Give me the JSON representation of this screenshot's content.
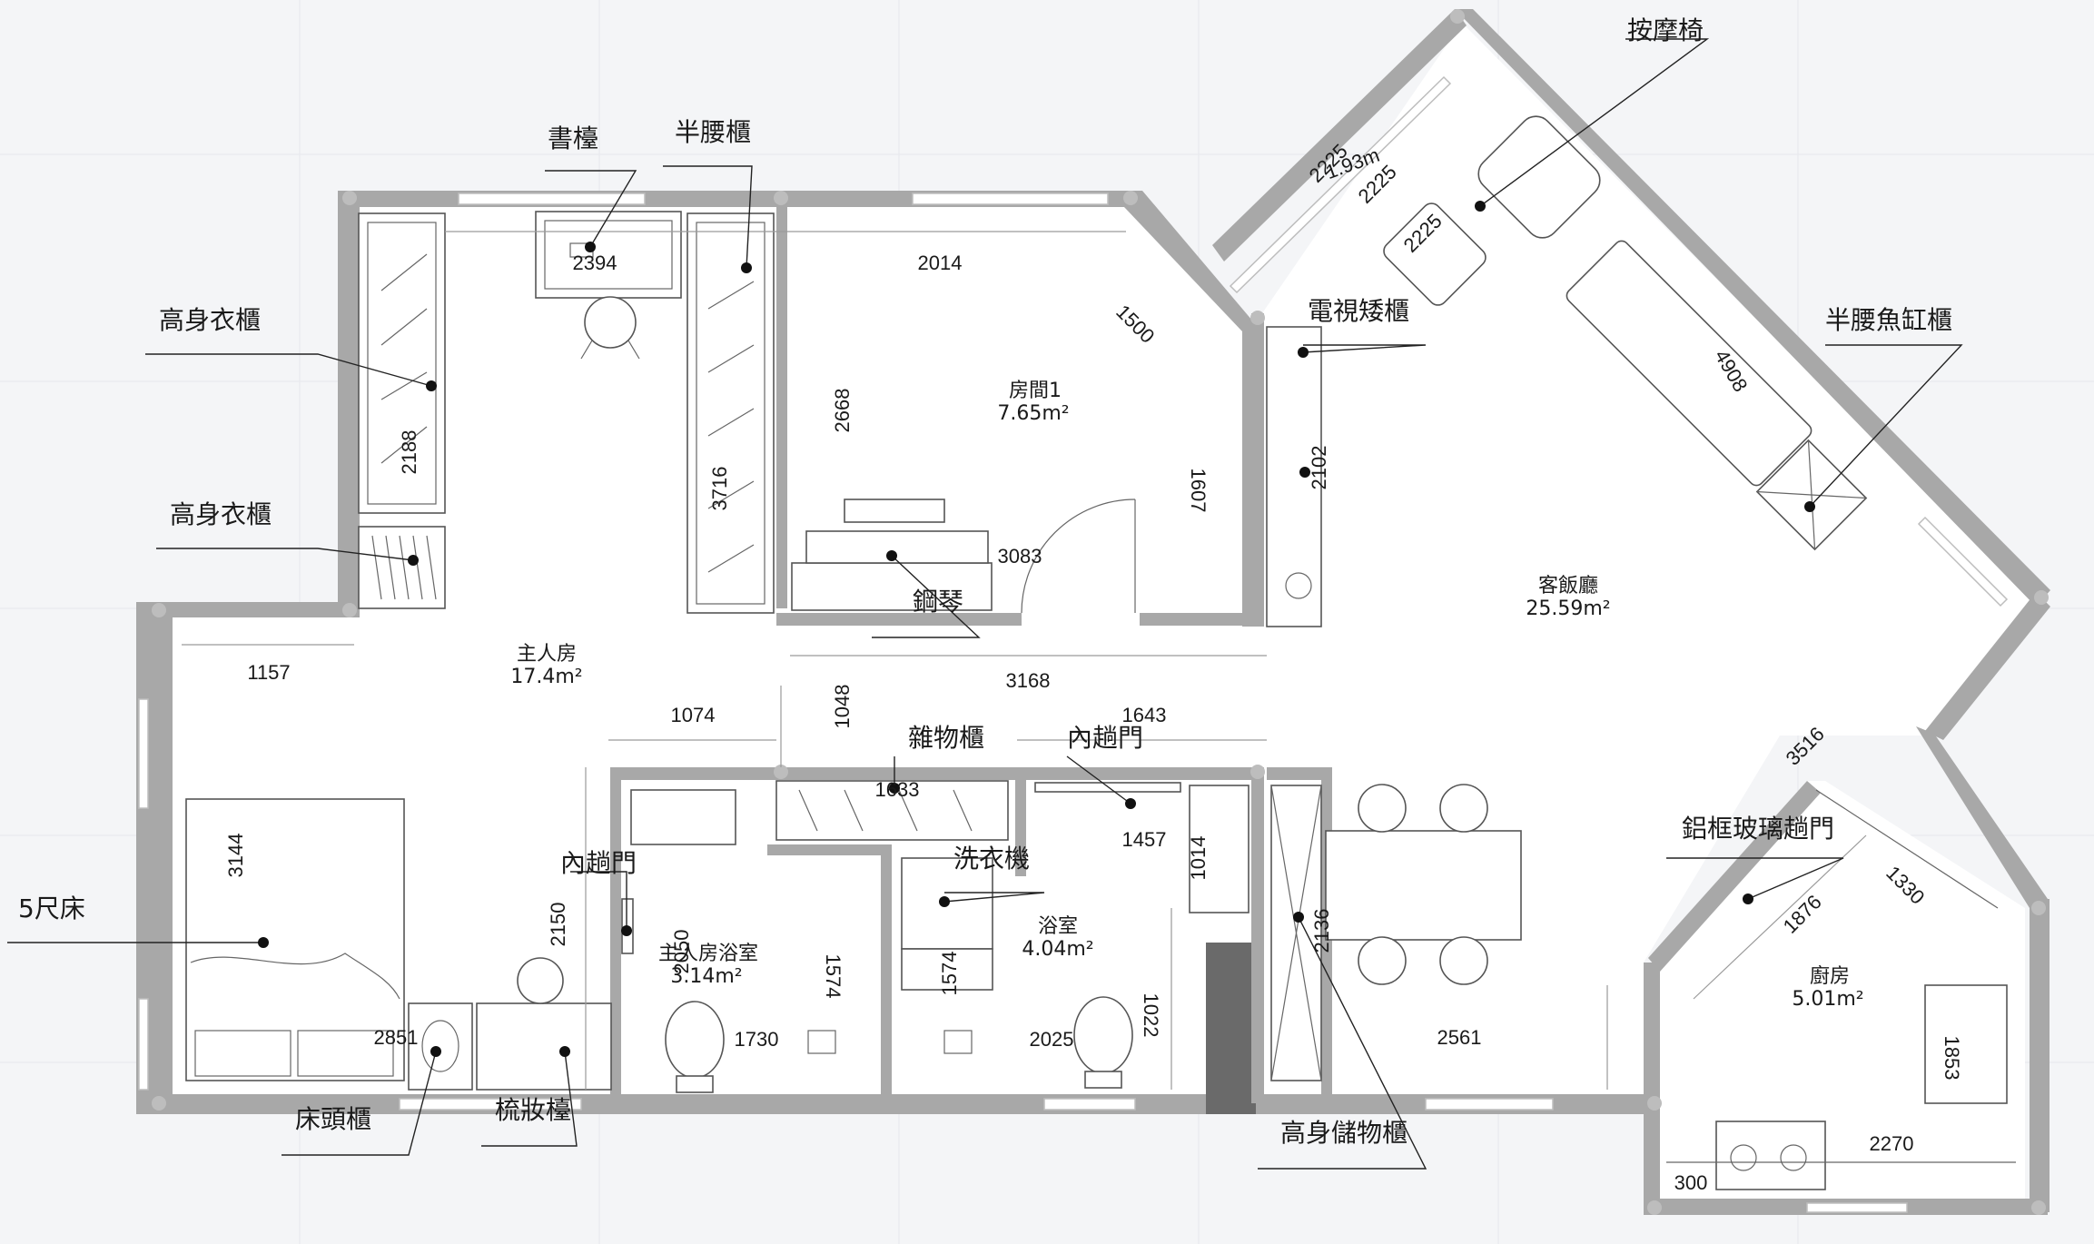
{
  "callouts": {
    "study_desk": "書檯",
    "half_cabinet": "半腰櫃",
    "wardrobe_1": "高身衣櫃",
    "wardrobe_2": "高身衣櫃",
    "double_bed": "5尺床",
    "inner_sliding_door_1": "內趟門",
    "inner_sliding_door_2": "內趟門",
    "bedside_cabinet": "床頭櫃",
    "dressing_table": "梳妝檯",
    "piano": "鋼琴",
    "storage_cabinet": "雜物櫃",
    "washing_machine": "洗衣機",
    "massage_chair": "按摩椅",
    "tv_cabinet": "電視矮櫃",
    "aquarium_cabinet": "半腰魚缸櫃",
    "glass_sliding_door": "鋁框玻璃趟門",
    "tall_storage": "高身儲物櫃"
  },
  "rooms": {
    "master_bedroom": {
      "name": "主人房",
      "area": "17.4m²"
    },
    "room1": {
      "name": "房間1",
      "area": "7.65m²"
    },
    "living_dining": {
      "name": "客飯廳",
      "area": "25.59m²"
    },
    "master_bath": {
      "name": "主人房浴室",
      "area": "3.14m²"
    },
    "bathroom": {
      "name": "浴室",
      "area": "4.04m²"
    },
    "kitchen": {
      "name": "廚房",
      "area": "5.01m²"
    }
  },
  "dimensions": {
    "d2394": "2394",
    "d2188": "2188",
    "d3716": "3716",
    "d2014": "2014",
    "d1500": "1500",
    "d2668": "2668",
    "d1607": "1607",
    "d3083": "3083",
    "d1157": "1157",
    "d3168": "3168",
    "d1074": "1074",
    "d1048": "1048",
    "d1643": "1643",
    "d1633": "1633",
    "d1457": "1457",
    "d3144": "3144",
    "d2150": "2150",
    "d2050": "2050",
    "d1574a": "1574",
    "d1574b": "1574",
    "d1014": "1014",
    "d2136": "2136",
    "d1730": "1730",
    "d2025": "2025",
    "d1022": "1022",
    "d2851": "2851",
    "d2561": "2561",
    "d2102": "2102",
    "d4908": "4908",
    "d2225a": "2225",
    "d2225b": "2225",
    "d2225c": "2225",
    "d93": "1.93m",
    "d3516": "3516",
    "d1876": "1876",
    "d1330": "1330",
    "d1853": "1853",
    "d2270": "2270",
    "d300": "300"
  }
}
